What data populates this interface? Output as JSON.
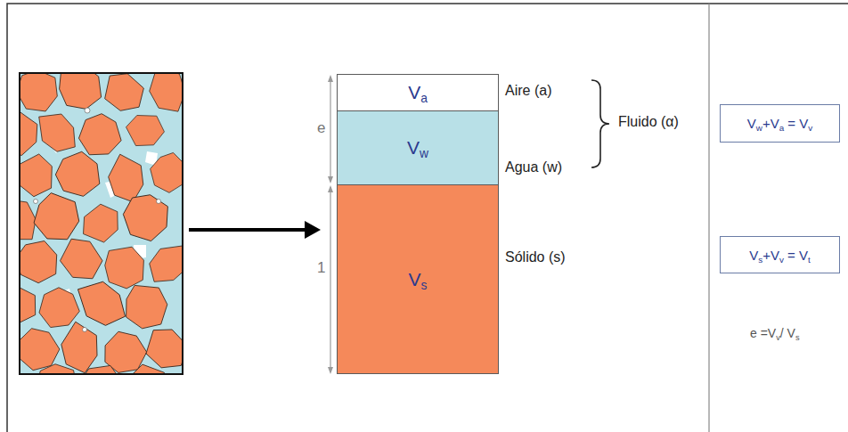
{
  "diagram": {
    "nodes": [
      {
        "text": [
          "Va",
          "Aire (a)"
        ]
      },
      {
        "text": [
          "Vw",
          "Agua (w)"
        ]
      },
      {
        "text": [
          "Vs",
          "Sólido (s)"
        ]
      },
      {
        "text": [
          "Vw+Va = Vv"
        ]
      },
      {
        "text": [
          "Vs+Vv = Vt"
        ]
      }
    ],
    "labels": [
      "e",
      "1",
      "Fluido (α)",
      "e =Vv/ Vs"
    ]
  }
}
